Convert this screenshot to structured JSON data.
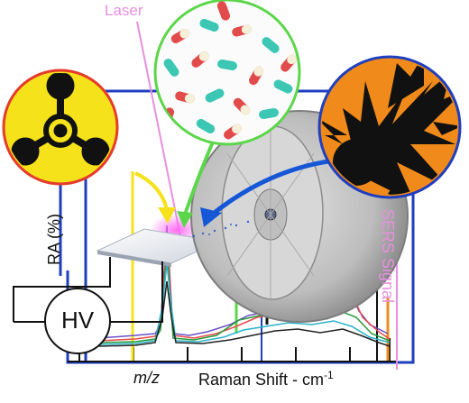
{
  "labels": {
    "laser": "Laser",
    "ra_axis": "RA (%)",
    "sers": "SERS Signal",
    "hv": "HV",
    "mz": "m/z",
    "raman_axis": "Raman Shift - cm",
    "raman_superscript": "-1"
  },
  "icons": [
    "chemical-weapon-hazard-icon",
    "drugs-pills-icon",
    "explosive-blast-icon",
    "spinning-disk-icon"
  ],
  "colors": {
    "frame_blue": "#1f3fbf",
    "laser_pink": "#e88fe0",
    "hazard_yellow": "#f5e21a",
    "explosion_orange": "#f08a1a",
    "pill_green": "#5cd64a",
    "arrow_blue": "#1557d6"
  }
}
